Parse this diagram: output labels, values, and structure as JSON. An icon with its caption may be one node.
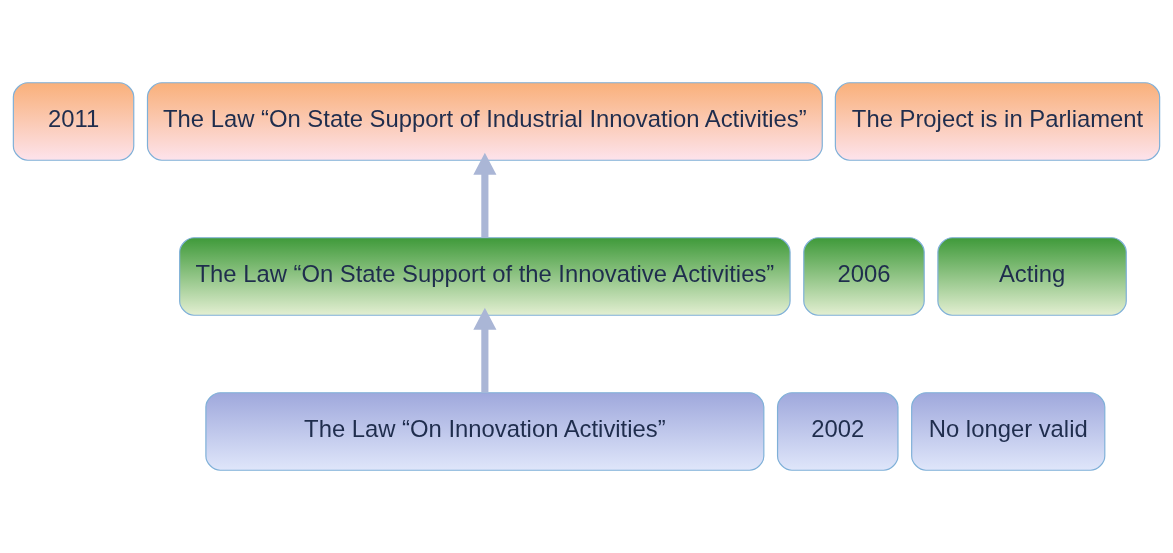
{
  "diagram": {
    "nodes": [
      {
        "text": [
          "2011"
        ]
      },
      {
        "text": [
          "The Law “On State Support of Industrial Innovation Activities”"
        ]
      },
      {
        "text": [
          "The Project is in Parliament"
        ]
      },
      {
        "text": [
          "2006"
        ]
      },
      {
        "text": [
          "The Law “On State Support of the Innovative Activities”"
        ]
      },
      {
        "text": [
          "Acting"
        ]
      },
      {
        "text": [
          "2002"
        ]
      },
      {
        "text": [
          "The Law “On Innovation Activities”"
        ]
      },
      {
        "text": [
          "No longer valid"
        ]
      }
    ],
    "edges": [
      {
        "from": 7,
        "to": 4,
        "arrow": "to"
      },
      {
        "from": 4,
        "to": 1,
        "arrow": "to"
      }
    ]
  }
}
